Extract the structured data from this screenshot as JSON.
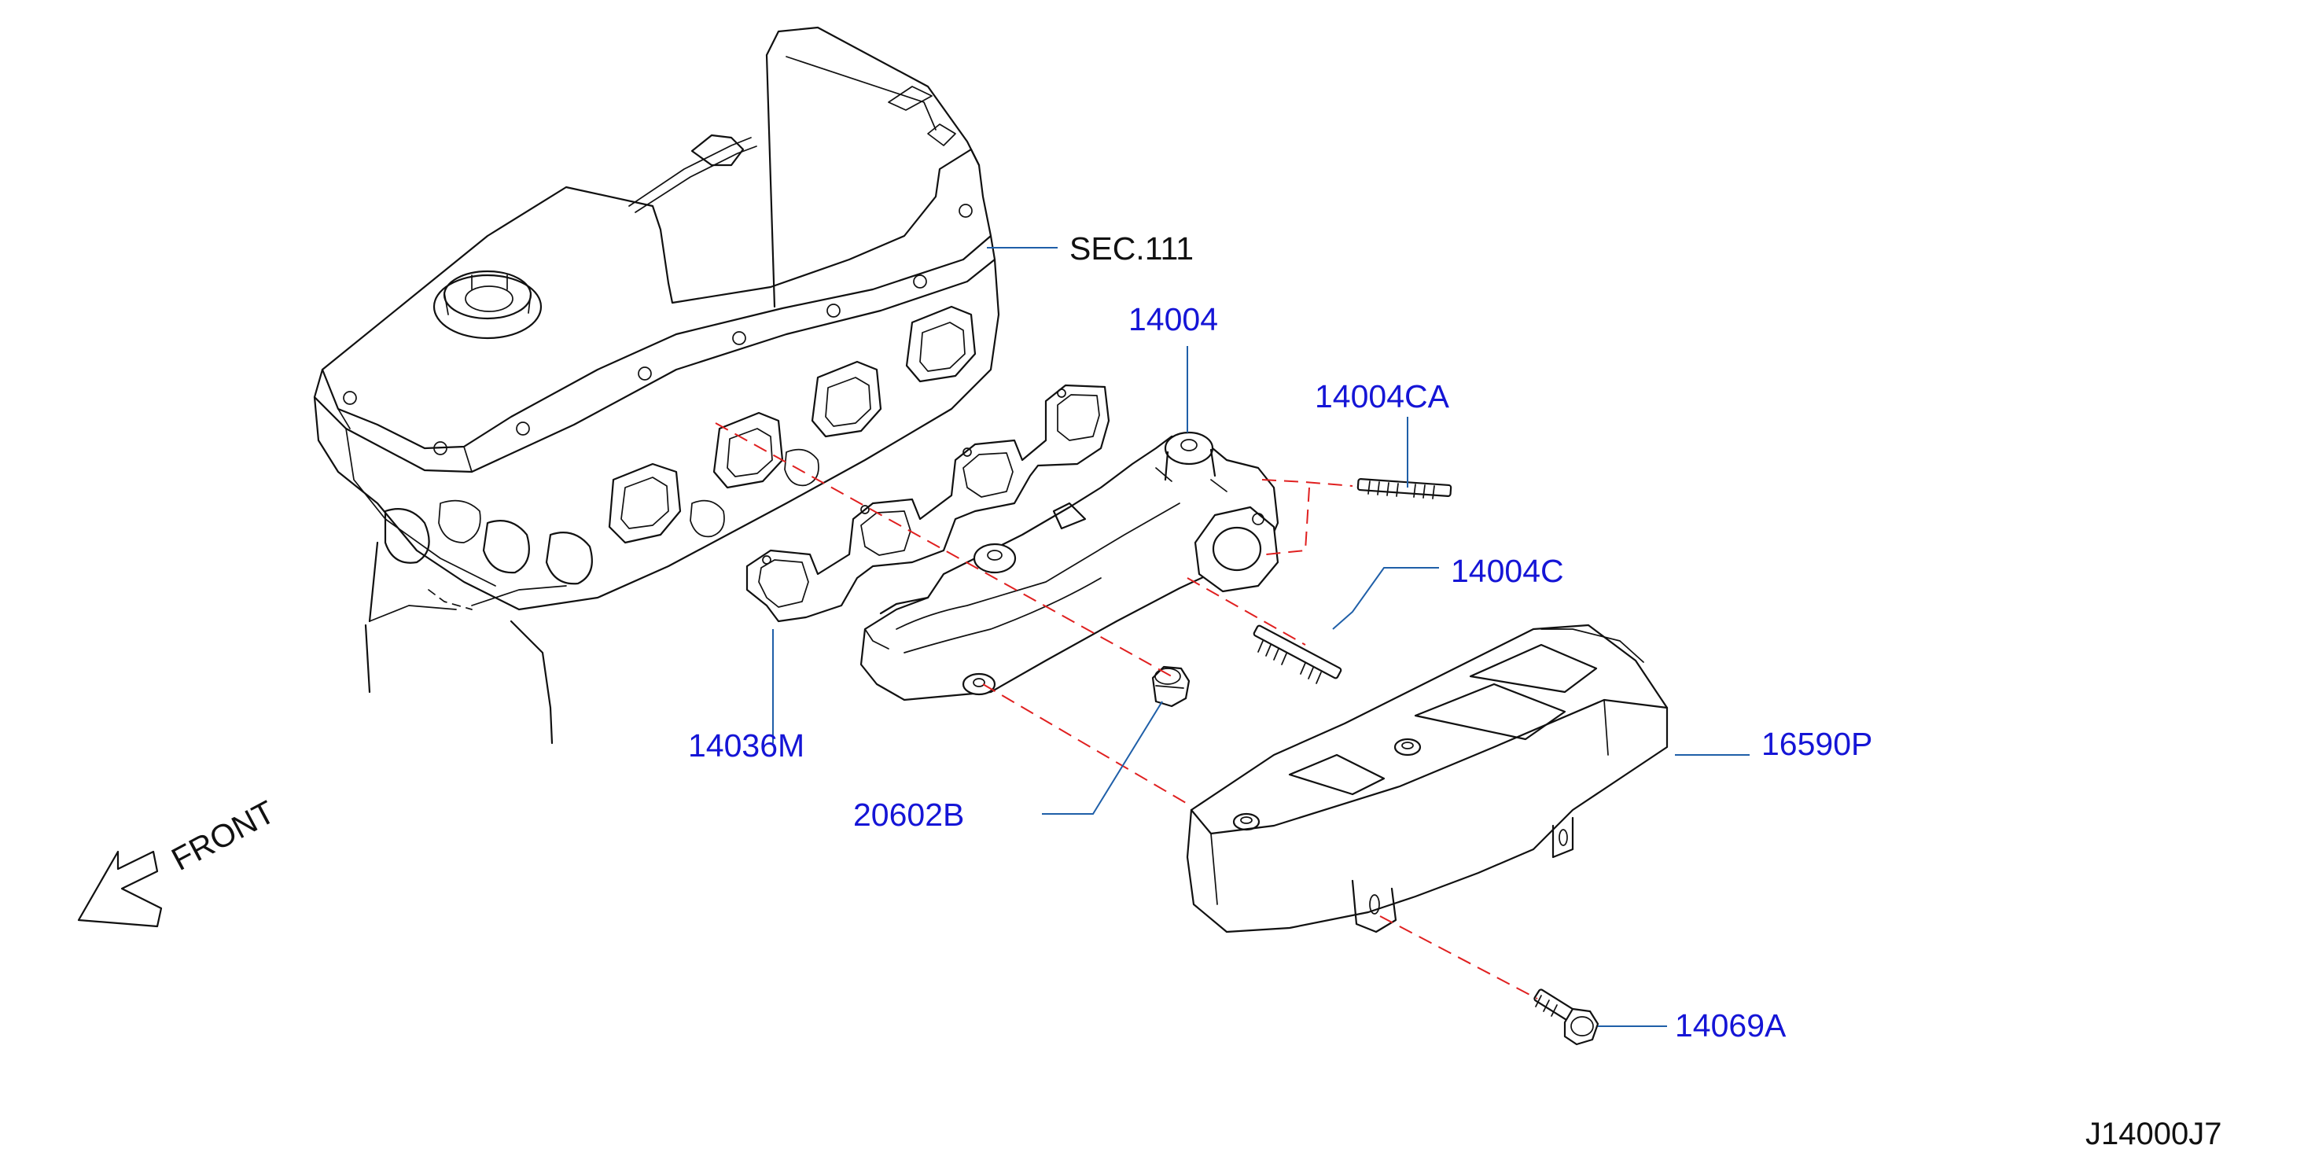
{
  "diagram": {
    "callouts": {
      "sec": "SEC.111",
      "manifold": "14004",
      "stud_ca": "14004CA",
      "stud_c": "14004C",
      "gasket": "14036M",
      "cover": "16590P",
      "nut": "20602B",
      "bolt": "14069A"
    },
    "front_label": "FRONT",
    "ref_code": "J14000J7"
  }
}
